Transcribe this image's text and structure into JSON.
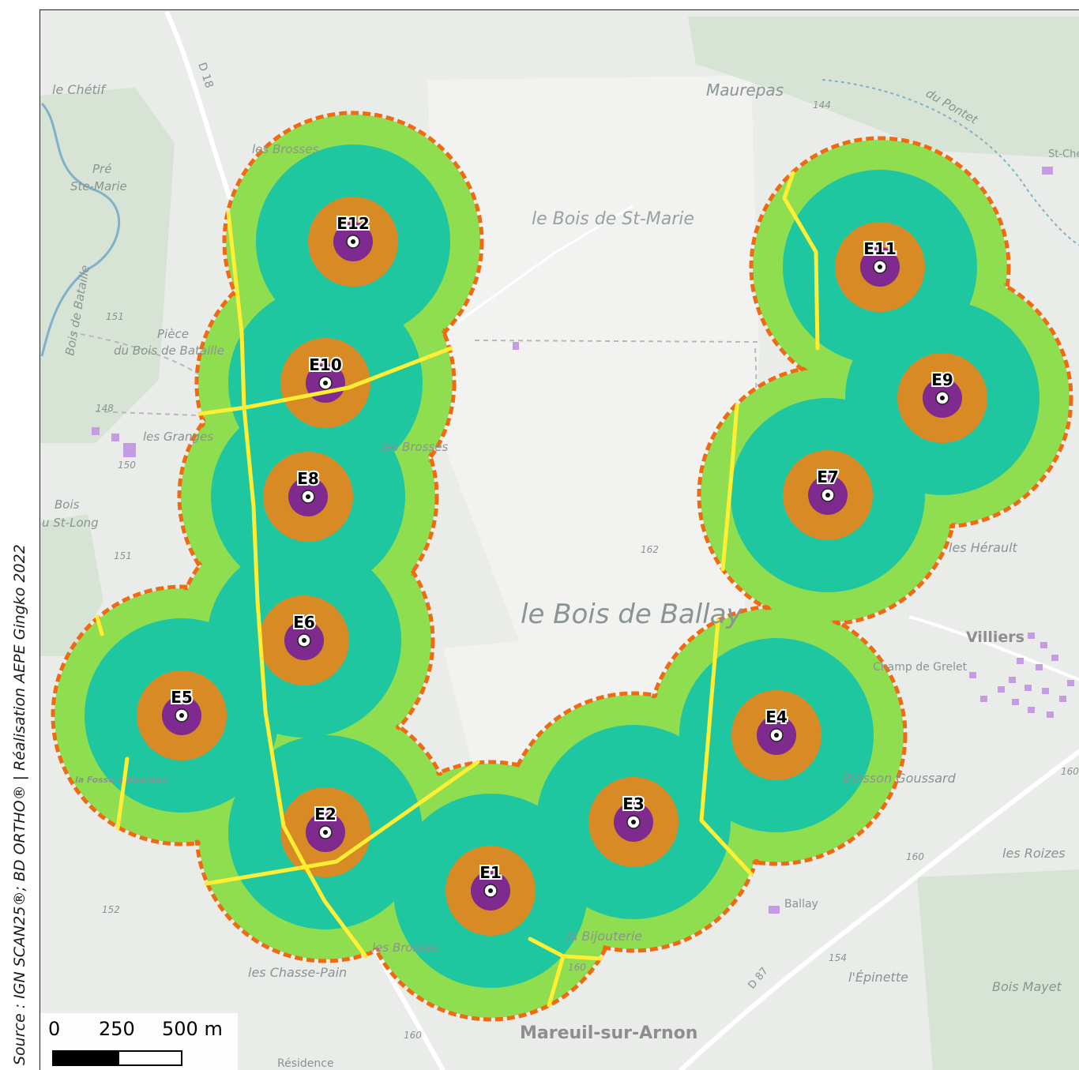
{
  "credit": "Source : IGN SCAN25®; BD ORTHO® | Réalisation AEPE Gingko 2022",
  "colors": {
    "background": "#e9ece9",
    "field_light": "#f2f3f1",
    "woods": "#cfe0cc",
    "outer_buffer": "#8fde4f",
    "mid_buffer": "#1fc7a1",
    "inner_buffer": "#d88a24",
    "core": "#7e2a8f",
    "boundary": "#f06a12",
    "track": "#ffee33",
    "buildings": "#c79ae6",
    "place_label": "#8a9490"
  },
  "turbines": [
    {
      "id": "E1",
      "label": "E1"
    },
    {
      "id": "E2",
      "label": "E2"
    },
    {
      "id": "E3",
      "label": "E3"
    },
    {
      "id": "E4",
      "label": "E4"
    },
    {
      "id": "E5",
      "label": "E5"
    },
    {
      "id": "E6",
      "label": "E6"
    },
    {
      "id": "E7",
      "label": "E7"
    },
    {
      "id": "E8",
      "label": "E8"
    },
    {
      "id": "E9",
      "label": "E9"
    },
    {
      "id": "E10",
      "label": "E10"
    },
    {
      "id": "E11",
      "label": "E11"
    },
    {
      "id": "E12",
      "label": "E12"
    }
  ],
  "place_labels": [
    {
      "id": "chetif",
      "text": "le Chétif"
    },
    {
      "id": "pre",
      "text": "Pré"
    },
    {
      "id": "ste-marie",
      "text": "Ste-Marie"
    },
    {
      "id": "brosses-top",
      "text": "les Brosses"
    },
    {
      "id": "maurepas",
      "text": "Maurepas"
    },
    {
      "id": "bois-st-marie",
      "text": "le  Bois  de  St-Marie"
    },
    {
      "id": "piece",
      "text": "Pièce"
    },
    {
      "id": "bois-bataille",
      "text": "du Bois de Bataille"
    },
    {
      "id": "granges",
      "text": "les Granges"
    },
    {
      "id": "bois",
      "text": "Bois"
    },
    {
      "id": "st-long",
      "text": "u St-Long"
    },
    {
      "id": "brosses-mid",
      "text": "les Brosses"
    },
    {
      "id": "bois-ballay",
      "text": "le  Bois  de  Ballay"
    },
    {
      "id": "heraults",
      "text": "les Hérault"
    },
    {
      "id": "villiers",
      "text": "Villiers"
    },
    {
      "id": "grelet",
      "text": "Champ de Grelet"
    },
    {
      "id": "goussard",
      "text": "Buisson Goussard"
    },
    {
      "id": "roizes",
      "text": "les Roizes"
    },
    {
      "id": "ballay",
      "text": "Ballay"
    },
    {
      "id": "bijouterie",
      "text": "la Bijouterie"
    },
    {
      "id": "epinette",
      "text": "l'Épinette"
    },
    {
      "id": "bois-mayet",
      "text": "Bois Mayet"
    },
    {
      "id": "brosses-bot",
      "text": "les Brosses"
    },
    {
      "id": "chasse-pain",
      "text": "les Chasse-Pain"
    },
    {
      "id": "mareuil",
      "text": "Mareuil-sur-Arnon"
    },
    {
      "id": "residence",
      "text": "Résidence"
    },
    {
      "id": "bourdon",
      "text": "la Fosse à Bourdon"
    },
    {
      "id": "pontet",
      "text": "du Pontet"
    },
    {
      "id": "st-che",
      "text": "St-Che"
    },
    {
      "id": "d18",
      "text": "D 18"
    },
    {
      "id": "d87",
      "text": "D 87"
    },
    {
      "id": "bois-bataille-v",
      "text": "Bois de Bataille"
    }
  ],
  "spot_heights": [
    "144",
    "151",
    "148",
    "150",
    "151",
    "162",
    "152",
    "160",
    "160",
    "160",
    "154",
    "160"
  ],
  "scale_bar": {
    "labels": [
      "0",
      "250",
      "500 m"
    ]
  }
}
